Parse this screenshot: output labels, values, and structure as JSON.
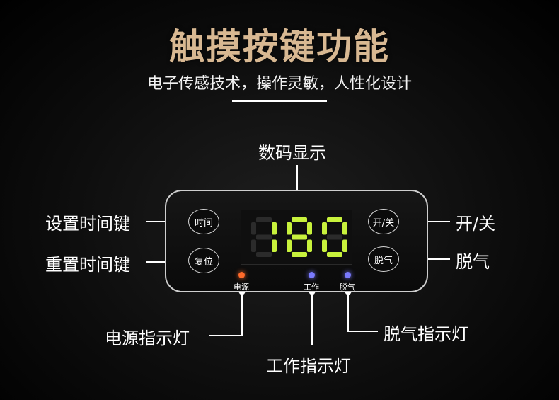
{
  "header": {
    "title": "触摸按键功能",
    "subtitle": "电子传感技术，操作灵敏，人性化设计"
  },
  "panel": {
    "display_digits": "180",
    "keys": {
      "time": "时间",
      "reset": "复位",
      "power": "开/关",
      "degas": "脱气"
    },
    "leds": {
      "power": {
        "label": "电源",
        "color": "#ff6a2a"
      },
      "work": {
        "label": "工作",
        "color": "#7a7aff"
      },
      "degas": {
        "label": "脱气",
        "color": "#7a7aff"
      }
    },
    "display_color": "#c8f23c"
  },
  "callouts": {
    "digital_display": "数码显示",
    "set_time_key": "设置时间键",
    "reset_time_key": "重置时间键",
    "power_toggle": "开/关",
    "degas": "脱气",
    "power_indicator": "电源指示灯",
    "work_indicator": "工作指示灯",
    "degas_indicator": "脱气指示灯"
  }
}
